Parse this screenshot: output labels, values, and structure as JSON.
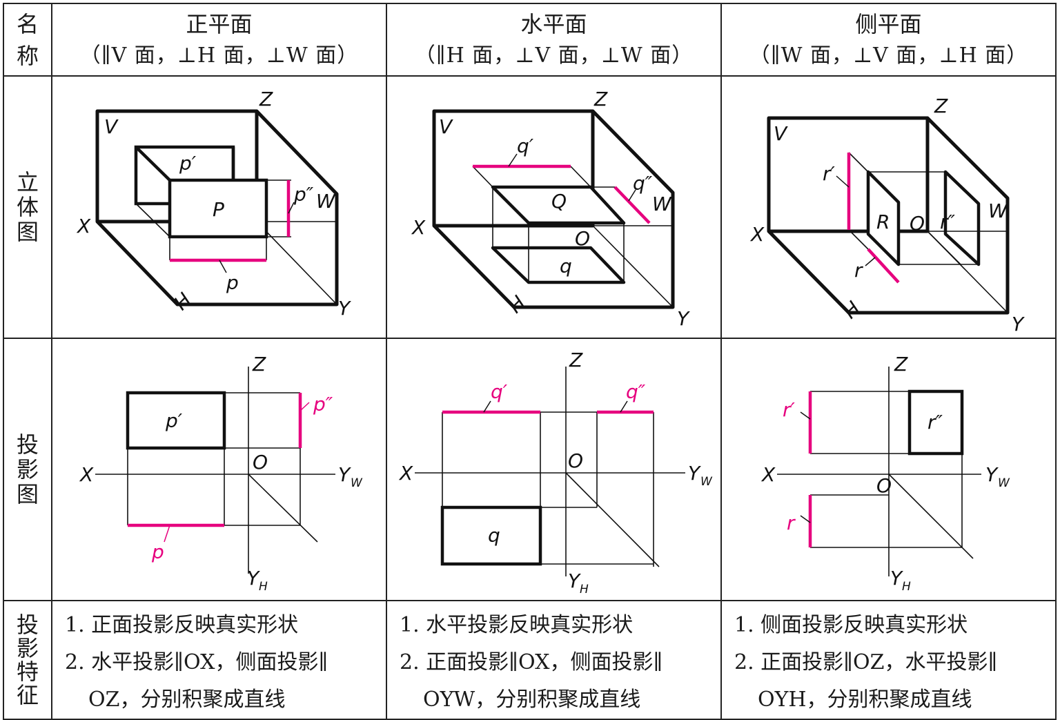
{
  "headers": {
    "row_name": "名称",
    "row_3d": "立体图",
    "row_proj": "投影图",
    "row_feat": "投影特征"
  },
  "columns": [
    {
      "name": "正平面",
      "cond": "（∥V 面，⊥H 面，⊥W 面）",
      "feat1": "1. 正面投影反映真实形状",
      "feat2": "2. 水平投影∥OX，侧面投影∥",
      "feat3": "OZ，分别积聚成直线"
    },
    {
      "name": "水平面",
      "cond": "（∥H 面，⊥V 面，⊥W 面）",
      "feat1": "1. 水平投影反映真实形状",
      "feat2": "2. 正面投影∥OX，侧面投影∥",
      "feat3": "OYW，分别积聚成直线"
    },
    {
      "name": "侧平面",
      "cond": "（∥W 面，⊥V 面，⊥H 面）",
      "feat1": "1. 侧面投影反映真实形状",
      "feat2": "2. 正面投影∥OZ，水平投影∥",
      "feat3": "OYH，分别积聚成直线"
    }
  ],
  "labels": {
    "V": "V",
    "H": "H",
    "W": "W",
    "X": "X",
    "Y": "Y",
    "Z": "Z",
    "O": "O",
    "YW": "Y",
    "YH": "Y",
    "sub_W": "W",
    "sub_H": "H",
    "p": "p",
    "p1": "p′",
    "p2": "p″",
    "P": "P",
    "q": "q",
    "q1": "q′",
    "q2": "q″",
    "Q": "Q",
    "r": "r",
    "r1": "r′",
    "r2": "r″",
    "R": "R"
  },
  "colors": {
    "highlight": "#e6007e",
    "line": "#111111"
  }
}
